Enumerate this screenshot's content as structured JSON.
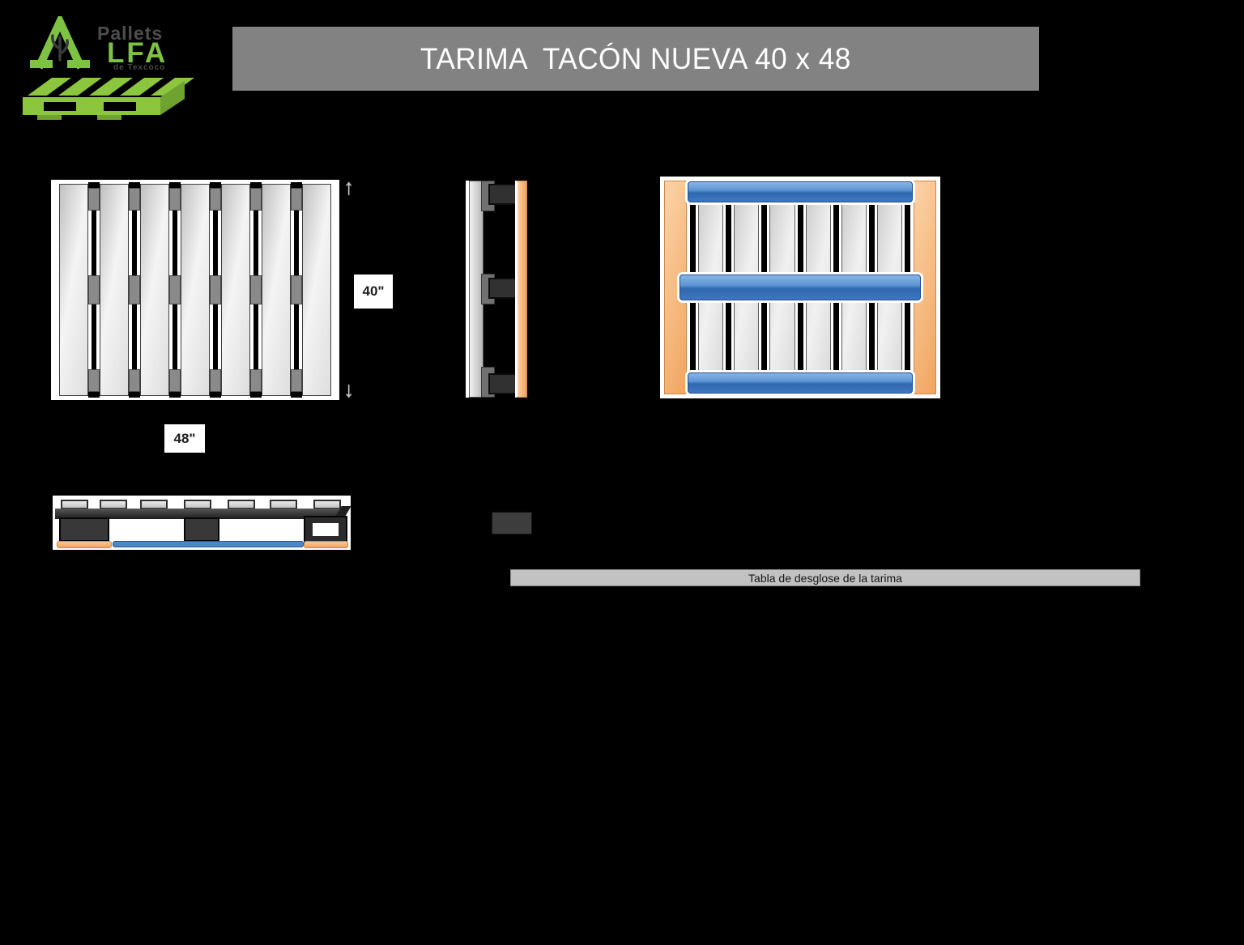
{
  "logo": {
    "brand_top": "Pallets",
    "brand_main": "LFA",
    "tagline": "de Texcoco"
  },
  "header": {
    "title": "TARIMA  TACÓN NUEVA 40 x 48"
  },
  "dimensions": {
    "width_label": "40\"",
    "length_label": "48\""
  },
  "table": {
    "header": "Tabla de desglose de la tarima"
  },
  "icons": {
    "up_arrow": "↑",
    "down_arrow": "↓"
  },
  "colors": {
    "background": "#000000",
    "brand_green": "#7DC242",
    "banner_gray": "#828282",
    "table_bar_gray": "#C2C2C2",
    "deck_board_gray": "#D9D9D9",
    "block_dark": "#383838",
    "connector_gray": "#8A8A8A",
    "bottom_board_blue": "#3F76BE",
    "lead_board_orange": "#F5B47C"
  }
}
